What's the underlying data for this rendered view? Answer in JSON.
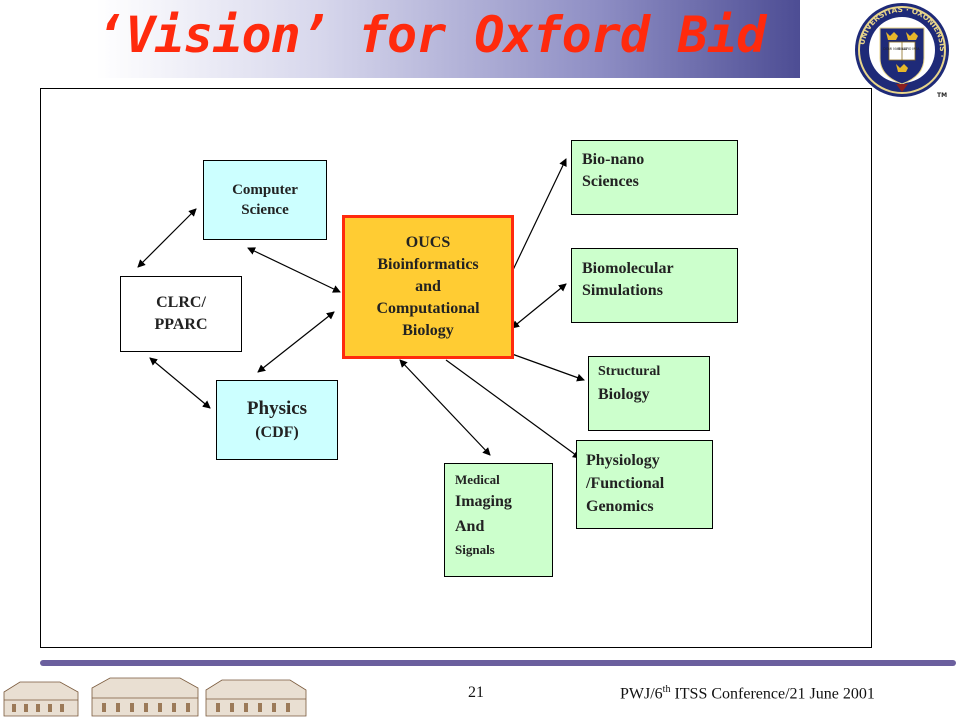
{
  "slide": {
    "title": "‘Vision’ for Oxford Bid",
    "page_number": "21",
    "footer": {
      "pre": "PWJ/6",
      "sup": "th",
      "post": " ITSS Conference/21 June 2001"
    }
  },
  "crest": {
    "ring_text": "UNIVERSITAS · OXONIENSIS ·",
    "book_left": "DOMI NVS ILLV",
    "book_right": "MINATIO MEA",
    "tm": "TM"
  },
  "nodes": {
    "computer_science": [
      "Computer",
      "Science"
    ],
    "clrc": [
      "CLRC/",
      "PPARC"
    ],
    "physics": [
      "Physics",
      "(CDF)"
    ],
    "oucs": [
      "OUCS",
      "Bioinformatics",
      "and",
      "Computational",
      "Biology"
    ],
    "bio_nano": [
      "Bio-nano",
      "Sciences"
    ],
    "biomolecular": [
      "Biomolecular",
      "Simulations"
    ],
    "structural": [
      "Structural",
      "Biology"
    ],
    "physiology": [
      "Physiology",
      "/Functional",
      "Genomics"
    ],
    "medical": [
      "Medical",
      "Imaging",
      "And",
      "Signals"
    ]
  },
  "colors": {
    "title": "#ff2a0d",
    "cyan_box": "#ccffff",
    "green_box": "#ccffcc",
    "center_fill": "#ffcc33",
    "center_border": "#ff2a0d",
    "footer_rule": "#6b5f9e"
  },
  "edges": [
    {
      "from": "clrc",
      "to": "computer_science",
      "dir": "both"
    },
    {
      "from": "clrc",
      "to": "physics",
      "dir": "both"
    },
    {
      "from": "computer_science",
      "to": "oucs",
      "dir": "both"
    },
    {
      "from": "physics",
      "to": "oucs",
      "dir": "both"
    },
    {
      "from": "oucs",
      "to": "bio_nano",
      "dir": "forward"
    },
    {
      "from": "oucs",
      "to": "biomolecular",
      "dir": "both"
    },
    {
      "from": "oucs",
      "to": "structural",
      "dir": "forward"
    },
    {
      "from": "oucs",
      "to": "physiology",
      "dir": "forward"
    },
    {
      "from": "oucs",
      "to": "medical",
      "dir": "both"
    }
  ]
}
